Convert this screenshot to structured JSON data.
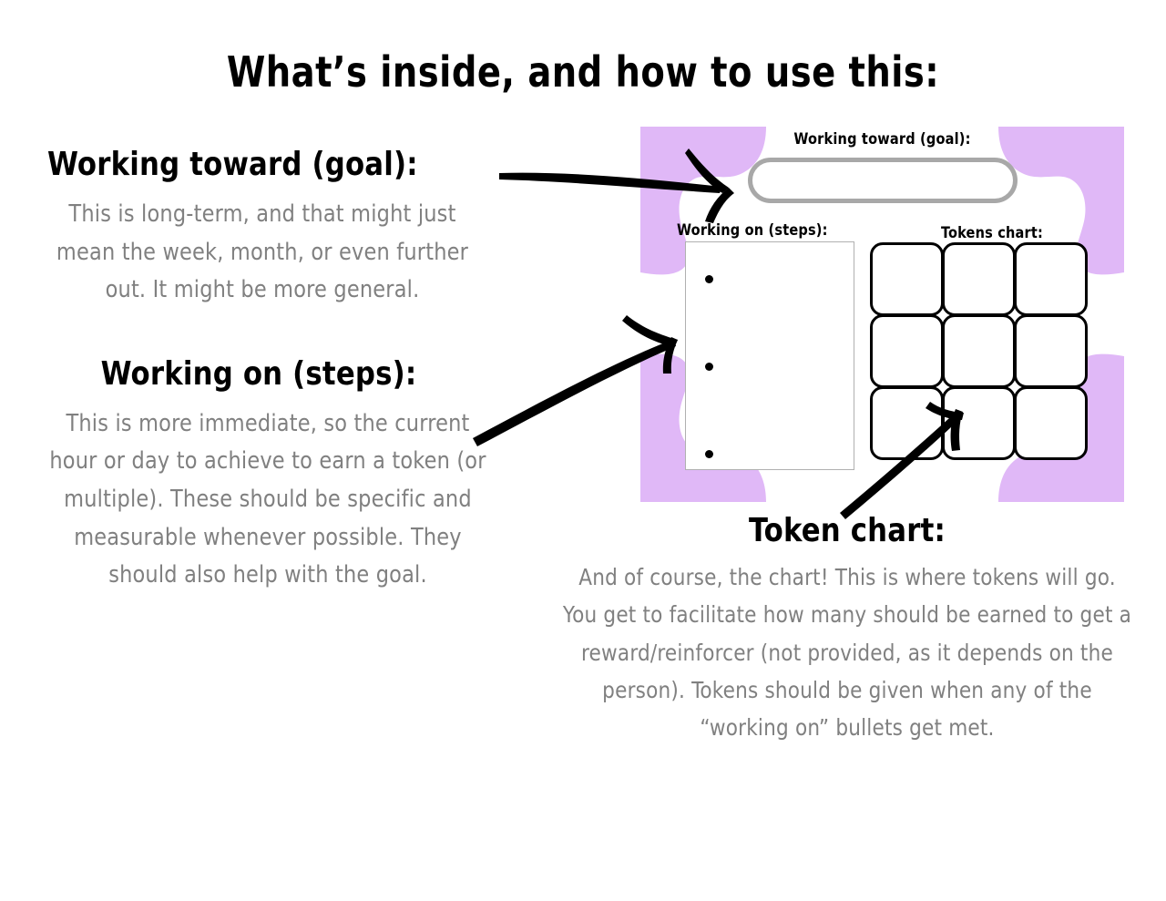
{
  "page": {
    "title": "What’s inside, and how to use this:"
  },
  "left_column": {
    "goal": {
      "heading": "Working toward (goal):",
      "body": "This is long-term, and that might just mean the week, month, or even further out. It might be more general."
    },
    "steps": {
      "heading": "Working on (steps):",
      "body": "This is more immediate, so the current hour or day to achieve to earn a token (or multiple). These should be specific and measurable whenever possible. They should also help with the goal."
    }
  },
  "right_column": {
    "token_chart": {
      "heading": "Token chart:",
      "body": "And of course, the chart! This is where tokens will go. You get to facilitate how many should be earned to get a reward/reinforcer (not provided, as it depends on the person). Tokens should be given when any of the “working on”  bullets get met."
    }
  },
  "preview_card": {
    "goal_label": "Working toward (goal):",
    "steps_label": "Working on (steps):",
    "tokens_label": "Tokens chart:",
    "steps_bullet_count": 3,
    "token_grid": {
      "rows": 3,
      "columns": 3,
      "cells": [
        "",
        "",
        "",
        "",
        "",
        "",
        "",
        "",
        ""
      ]
    }
  },
  "arrows": [
    {
      "name": "arrow-to-goal-field",
      "from": "Working toward (goal) heading",
      "to": "goal field in preview card"
    },
    {
      "name": "arrow-to-steps-box",
      "from": "Working on (steps) heading",
      "to": "steps box in preview card"
    },
    {
      "name": "arrow-to-token-grid",
      "from": "Token chart heading",
      "to": "token grid in preview card"
    }
  ],
  "colors": {
    "title_text": "#000000",
    "heading_text": "#000000",
    "body_text": "#808080",
    "blob_purple": "#e0b8f7",
    "goal_field_border": "#a8a8a8",
    "steps_box_border": "#b0b0b0",
    "token_cell_border": "#000000",
    "background": "#ffffff"
  }
}
